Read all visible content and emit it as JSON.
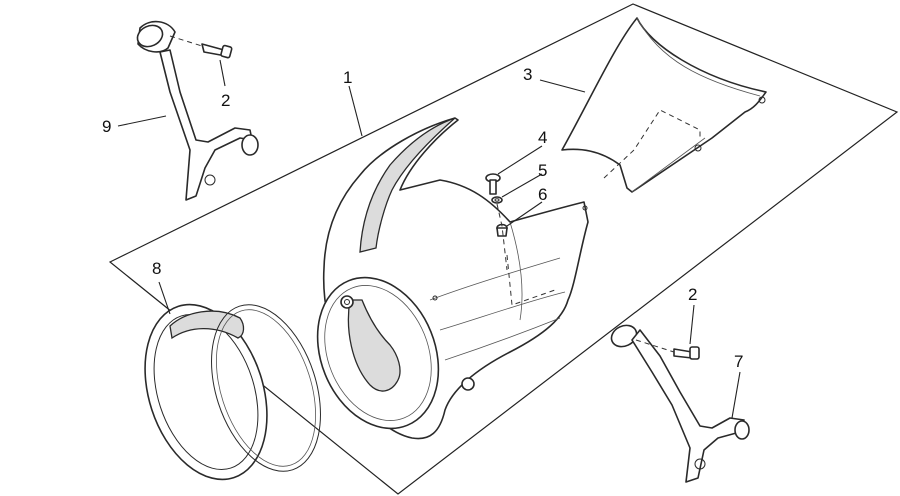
{
  "diagram": {
    "callouts": [
      {
        "id": "c1",
        "label": "1"
      },
      {
        "id": "c2a",
        "label": "2"
      },
      {
        "id": "c2b",
        "label": "2"
      },
      {
        "id": "c3",
        "label": "3"
      },
      {
        "id": "c4",
        "label": "4"
      },
      {
        "id": "c5",
        "label": "5"
      },
      {
        "id": "c6",
        "label": "6"
      },
      {
        "id": "c7",
        "label": "7"
      },
      {
        "id": "c8",
        "label": "8"
      },
      {
        "id": "c9",
        "label": "9"
      }
    ]
  }
}
